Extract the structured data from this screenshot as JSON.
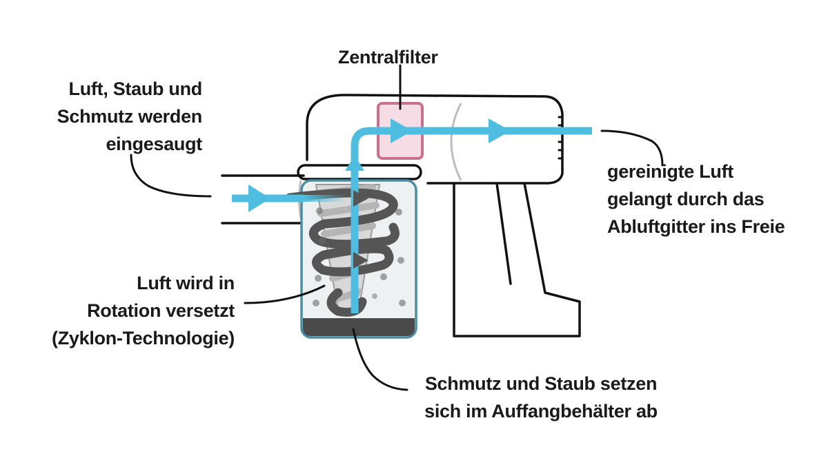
{
  "labels": {
    "intake": [
      "Luft, Staub und",
      "Schmutz werden",
      "eingesaugt"
    ],
    "central_filter": "Zentralfilter",
    "clean_air": [
      "gereinigte Luft",
      "gelangt durch das",
      "Abluftgitter ins Freie"
    ],
    "rotation": [
      "Luft wird in",
      "Rotation versetzt",
      "(Zyklon-Technologie)"
    ],
    "dirt_collect": [
      "Schmutz und Staub setzen",
      "sich im Auffangbehälter ab"
    ]
  },
  "colors": {
    "airflow": "#4fbde0",
    "filter_stroke": "#c9708a",
    "filter_fill": "#f6dce4",
    "bin_outline": "#4a8ea3",
    "bin_fill": "#eef0f1",
    "outline": "#111111",
    "cyclone": "#555555",
    "dust": "#6b6b6b"
  },
  "icons": {
    "flow_arrow": "arrow-head-icon"
  }
}
